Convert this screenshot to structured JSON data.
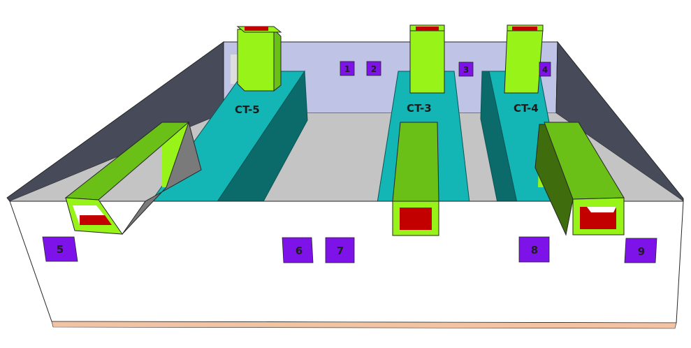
{
  "unit_labels": {
    "ct5": "CT-5",
    "ct3": "CT-3",
    "ct4": "CT-4"
  },
  "markers": [
    "1",
    "2",
    "3",
    "4",
    "5",
    "6",
    "7",
    "8",
    "9"
  ],
  "colors": {
    "back_wall": "#bfc3e5",
    "side_wall": "#474b59",
    "floor": "#c4c4c4",
    "front_wall": "#ffffff",
    "base_strip": "#f2c4a4",
    "basin_top": "#13b5b5",
    "basin_side": "#0b6b6b",
    "duct_light": "#97f318",
    "duct_mid": "#6bc017",
    "duct_dark": "#3f6d0e",
    "duct_outlet": "#c20000",
    "marker": "#7d13e8",
    "outline": "#262626"
  }
}
